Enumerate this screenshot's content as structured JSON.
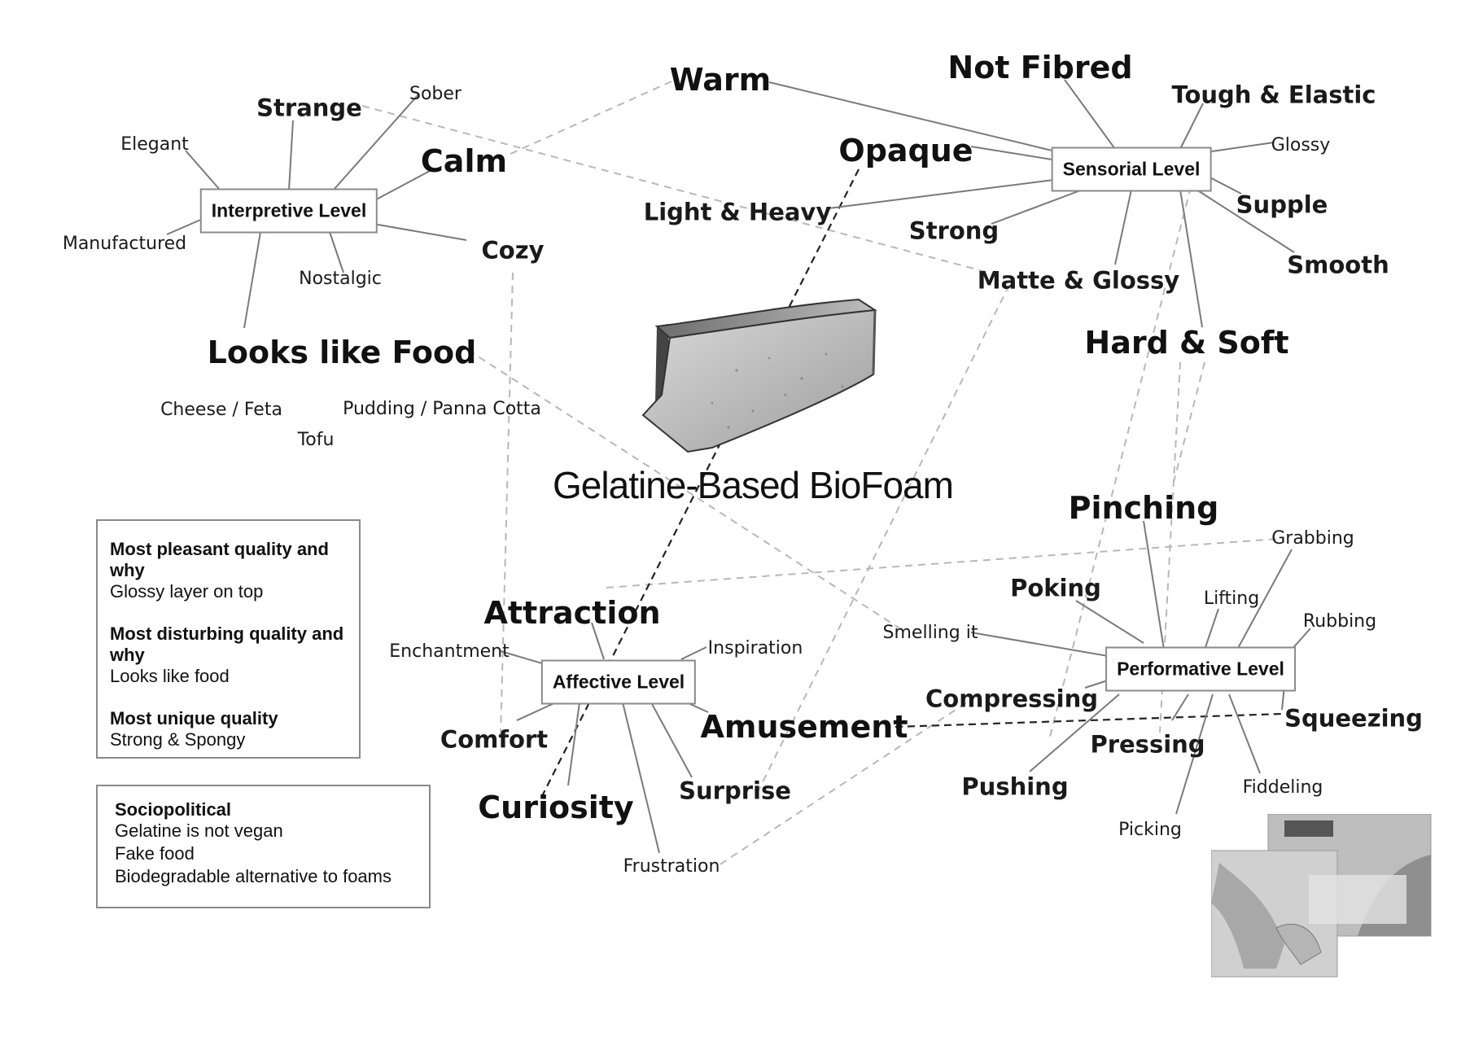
{
  "center": {
    "title": "Gelatine-Based BioFoam"
  },
  "levels": {
    "interpretive": "Interpretive Level",
    "sensorial": "Sensorial Level",
    "affective": "Affective Level",
    "performative": "Performative Level"
  },
  "interpretive_terms": {
    "strange": "Strange",
    "sober": "Sober",
    "elegant": "Elegant",
    "calm": "Calm",
    "manufactured": "Manufactured",
    "cozy": "Cozy",
    "nostalgic": "Nostalgic",
    "looks_like_food": "Looks like Food",
    "cheese_feta": "Cheese / Feta",
    "pudding": "Pudding / Panna Cotta",
    "tofu": "Tofu"
  },
  "sensorial_terms": {
    "warm": "Warm",
    "not_fibred": "Not Fibred",
    "tough_elastic": "Tough & Elastic",
    "opaque": "Opaque",
    "glossy": "Glossy",
    "light_heavy": "Light & Heavy",
    "supple": "Supple",
    "strong": "Strong",
    "smooth": "Smooth",
    "matte_glossy": "Matte & Glossy",
    "hard_soft": "Hard & Soft"
  },
  "affective_terms": {
    "attraction": "Attraction",
    "enchantment": "Enchantment",
    "inspiration": "Inspiration",
    "comfort": "Comfort",
    "amusement": "Amusement",
    "curiosity": "Curiosity",
    "surprise": "Surprise",
    "frustration": "Frustration"
  },
  "performative_terms": {
    "pinching": "Pinching",
    "grabbing": "Grabbing",
    "poking": "Poking",
    "lifting": "Lifting",
    "rubbing": "Rubbing",
    "smelling": "Smelling it",
    "compressing": "Compressing",
    "squeezing": "Squeezing",
    "pressing": "Pressing",
    "pushing": "Pushing",
    "fiddeling": "Fiddeling",
    "picking": "Picking"
  },
  "qualities_box": {
    "pleasant_heading": "Most pleasant quality and why",
    "pleasant_text": "Glossy layer on top",
    "disturbing_heading": "Most disturbing quality and why",
    "disturbing_text": "Looks like food",
    "unique_heading": "Most unique quality",
    "unique_text": "Strong & Spongy"
  },
  "sociopolitical_box": {
    "heading": "Sociopolitical",
    "line1": "Gelatine is not vegan",
    "line2": "Fake food",
    "line3": "Biodegradable alternative to foams"
  },
  "colors": {
    "solid_link": "#7a7a7a",
    "dashed_link": "#b5b5b5",
    "dark_dashed": "#222222",
    "box_border": "#8a8a8a"
  }
}
